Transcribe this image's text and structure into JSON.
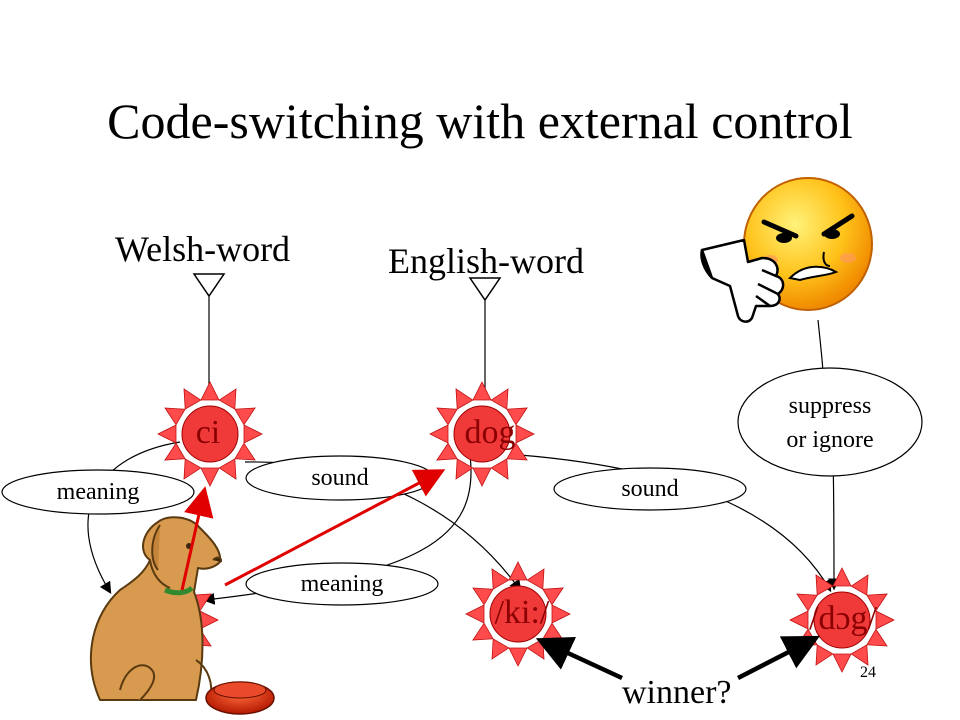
{
  "slide": {
    "title": "Code-switching with external control",
    "page_number": "24"
  },
  "words": {
    "welsh": "Welsh-word",
    "english": "English-word"
  },
  "nodes": {
    "ci": "ci",
    "dog": "dog",
    "ki": "/ki:/",
    "dog_sound": "/dɔg/"
  },
  "links": {
    "meaning_left": "meaning",
    "sound_left": "sound",
    "meaning_center": "meaning",
    "sound_right": "sound",
    "suppress_line1": "suppress",
    "suppress_line2": "or ignore"
  },
  "winner": "winner?",
  "colors": {
    "node_fill": "#f03a3a",
    "node_ray": "#ff4b4b",
    "arrow_red": "#e00000"
  }
}
